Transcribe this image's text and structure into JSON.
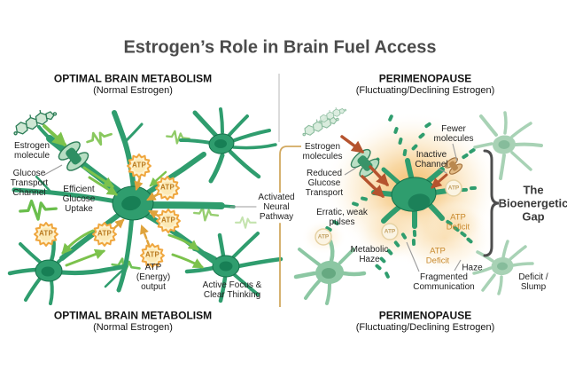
{
  "title": "Estrogen’s Role in Brain Fuel Access",
  "atp": "ATP",
  "left": {
    "header": "OPTIMAL BRAIN METABOLISM",
    "subheader": "(Normal Estrogen)",
    "footer": "OPTIMAL BRAIN METABOLISM",
    "footer_sub": "(Normal Estrogen)",
    "labels": {
      "estrogen_molecule": "Estrogen\nmolecule",
      "glucose_transport_channel": "Glucose\nTransport\nChannel",
      "efficient_glucose_uptake": "Efficient\nGlucose\nUptake",
      "atp_energy_output": "ATP\n(Energy)\noutput",
      "activated_neural_pathway": "Activated\nNeural\nPathway",
      "active_focus": "Active Focus &\nClear Thinking"
    }
  },
  "right": {
    "header": "PERIMENOPAUSE",
    "subheader": "(Fluctuating/Declining Estrogen)",
    "footer": "PERIMENOPAUSE",
    "footer_sub": "(Fluctuating/Declining Estrogen)",
    "labels": {
      "estrogen_molecules": "Estrogen\nmolecules",
      "reduced_glucose_transport": "Reduced\nGlucose\nTransport",
      "fewer_molecules": "Fewer\nmolecules",
      "inactive_channel": "Inactive\nChannel",
      "erratic_weak_pulses": "Erratic, weak\npulses",
      "metabolic_haze": "Metabolic\nHaze",
      "atp_deficit": "ATP\nDeficit",
      "fragmented_communication": "Fragmented\nCommunication",
      "haze": "Haze",
      "bioenergetic_gap": "The\nBioenergetic\nGap",
      "deficit_slump": "Deficit /\nSlump"
    }
  },
  "colors": {
    "neuron_green": "#2f9d6e",
    "pale_neuron_green": "#a8d2b5",
    "atp_burst_orange": "#efa63e",
    "red_arrow": "#b5532e",
    "glow_orange": "#f2ae4a",
    "divider_tan": "#d2a960",
    "deficit_text_orange": "#c98a2e"
  }
}
